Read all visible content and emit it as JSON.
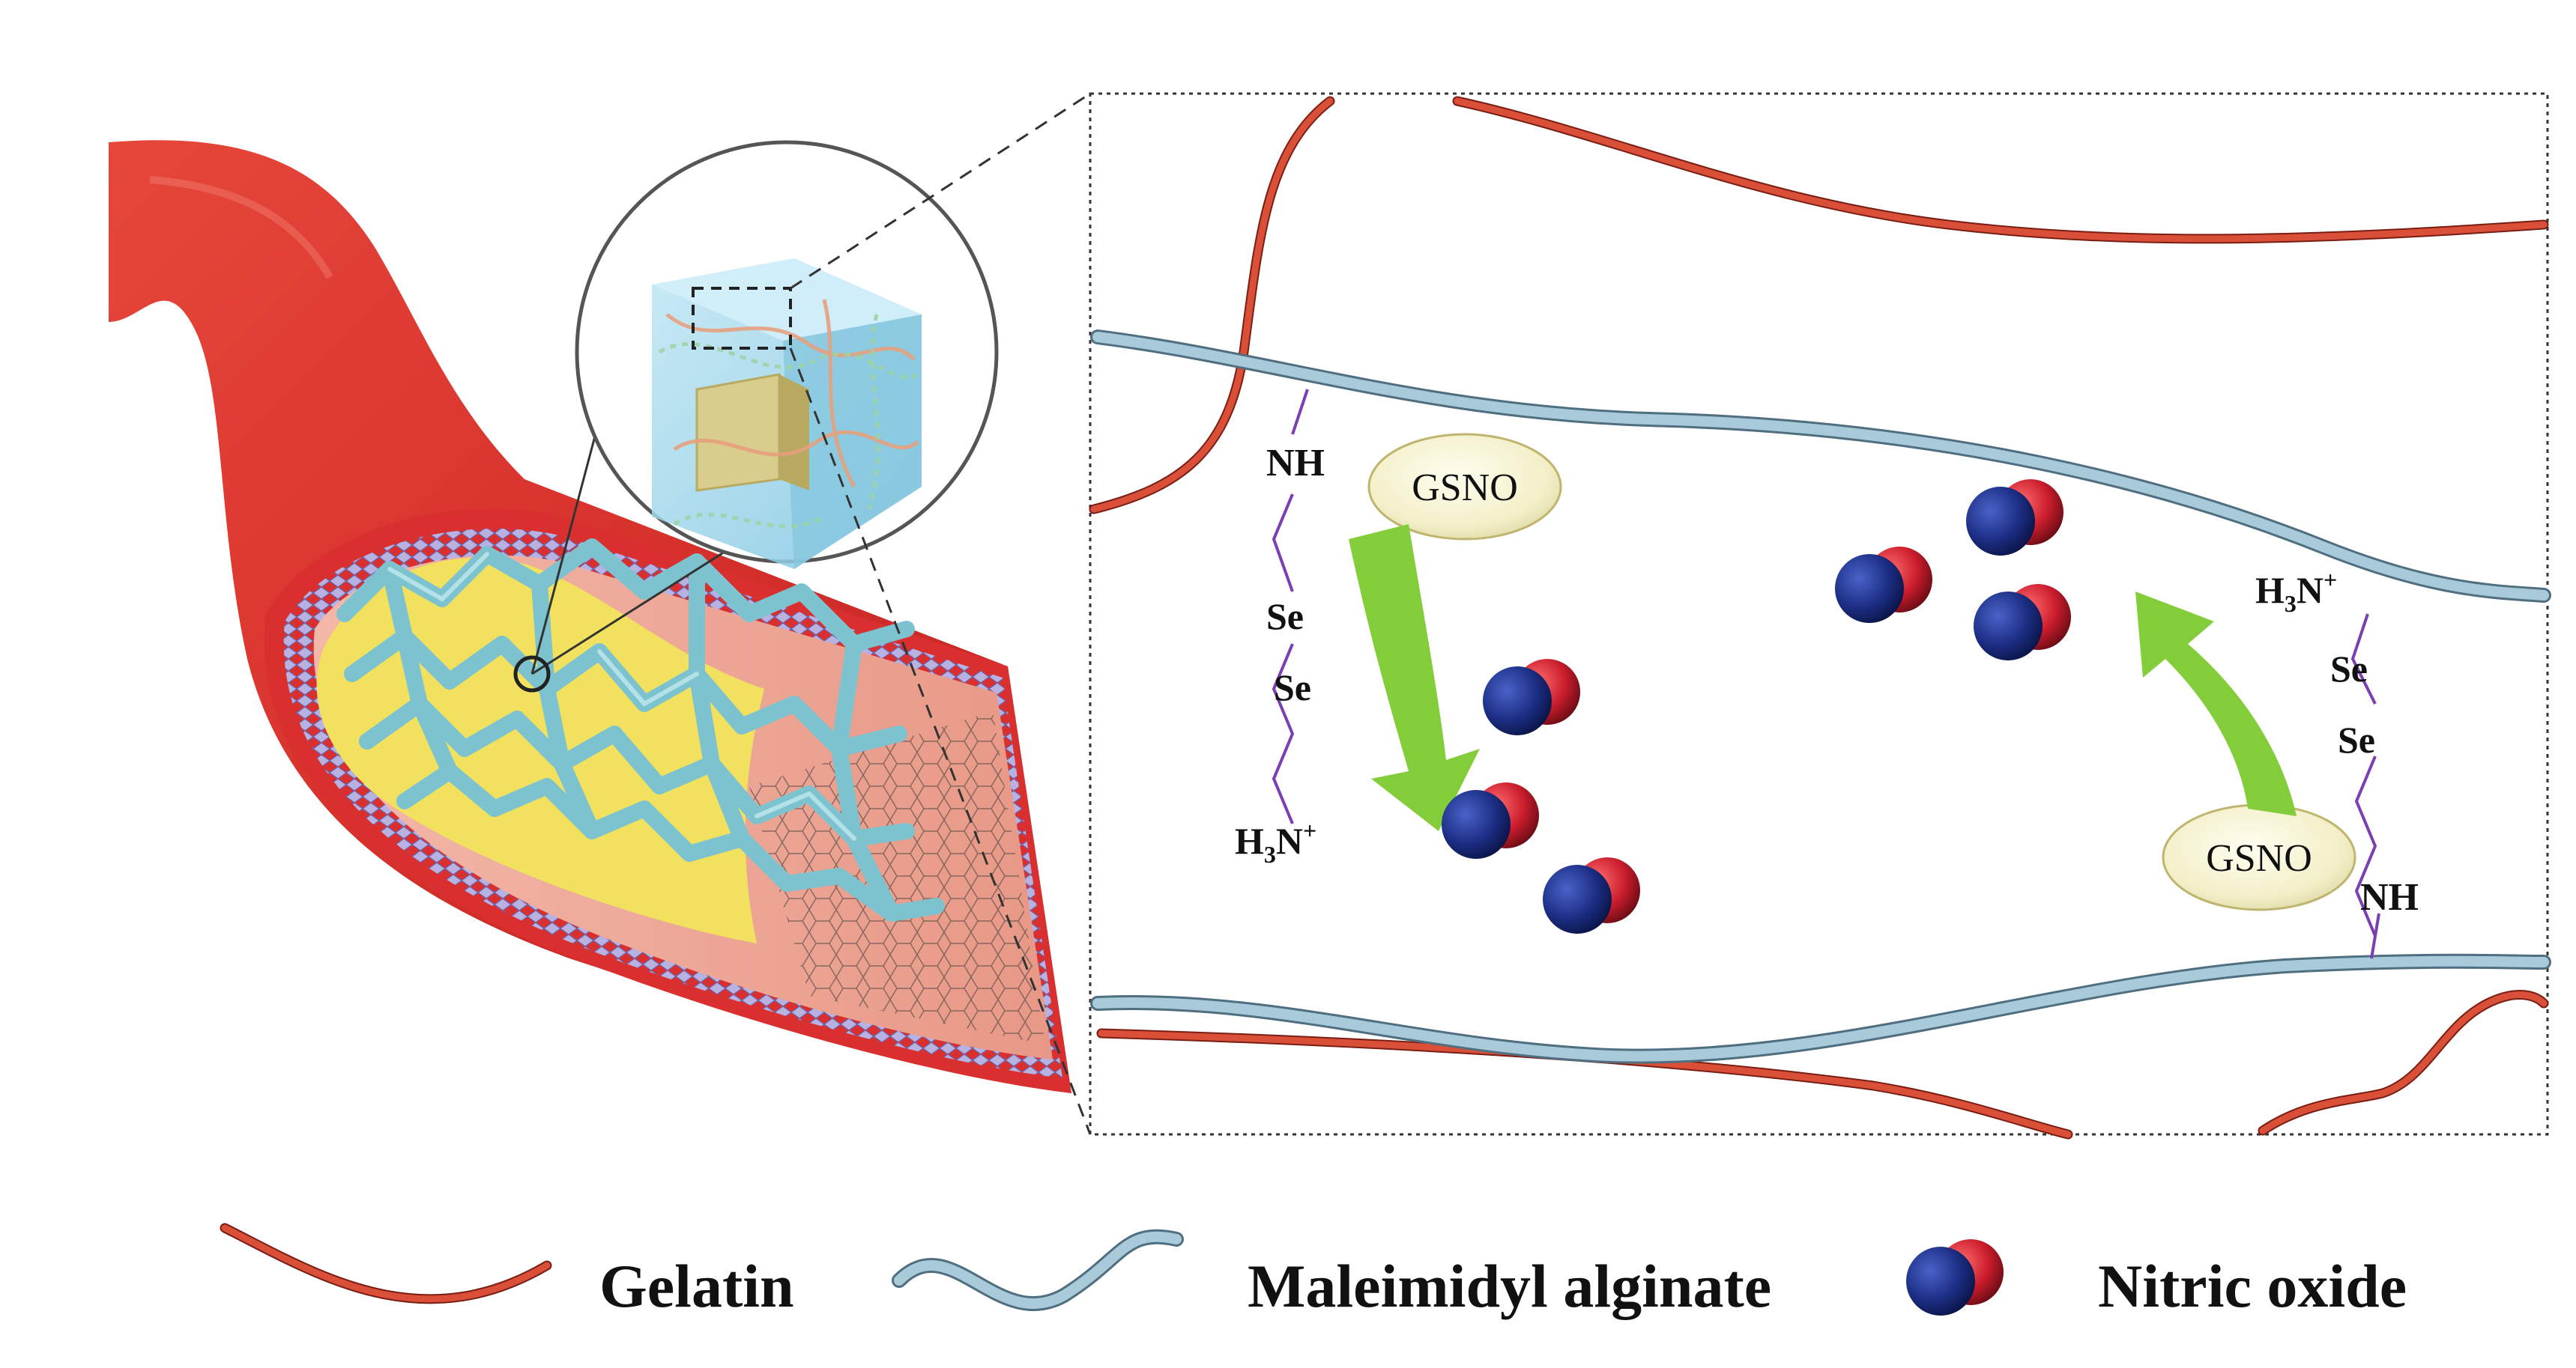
{
  "colors": {
    "gelatin": "#d94f37",
    "alginate": "#9fc2d2",
    "nitric_oxide_n": "#1d2f86",
    "nitric_oxide_o": "#cc1d2d",
    "arrow": "#83cd3b",
    "gsno_fill": "#f2efc7",
    "vessel": "#d9302f",
    "plaque": "#f1e15f",
    "stent": "#8fd0d8"
  },
  "panel": {
    "left_group": {
      "nh": "NH",
      "se_top": "Se",
      "se_bottom": "Se",
      "h3n_main": "H",
      "h3n_sub": "3",
      "h3n_rest": "N",
      "h3n_sup": "+",
      "gsno": "GSNO"
    },
    "right_group": {
      "nh": "NH",
      "se_top": "Se",
      "se_bottom": "Se",
      "h3n_main": "H",
      "h3n_sub": "3",
      "h3n_rest": "N",
      "h3n_sup": "+",
      "gsno": "GSNO"
    }
  },
  "legend": {
    "gelatin": "Gelatin",
    "alginate": "Maleimidyl alginate",
    "nitric_oxide": "Nitric oxide"
  },
  "icons": [
    "blood-vessel",
    "stent",
    "hydrogel-cube",
    "magnifier-circle",
    "nitric-oxide-molecule",
    "curved-arrow"
  ]
}
